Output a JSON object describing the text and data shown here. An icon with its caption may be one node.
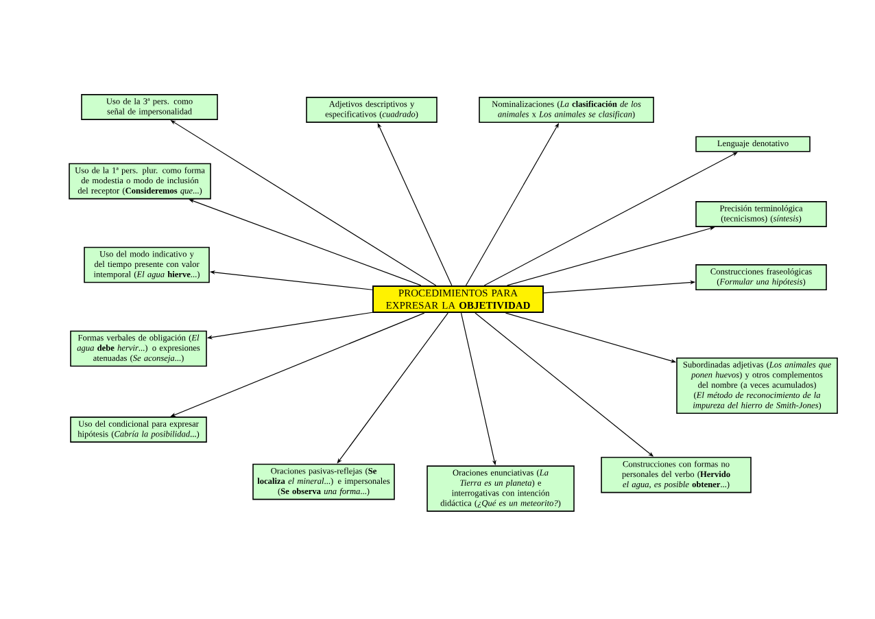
{
  "diagram": {
    "nodes": [
      {
        "text": [
          "PROCEDIMIENTOS PARA EXPRESAR LA **OBJETIVIDAD**"
        ]
      },
      {
        "text": [
          "Uso de la 3ª pers. como señal de impersonalidad"
        ]
      },
      {
        "text": [
          "Adjetivos descriptivos y especificativos (*cuadrado*)"
        ]
      },
      {
        "text": [
          "Nominalizaciones (*La* **clasificación** *de los animales* x *Los animales se clasifican*)"
        ]
      },
      {
        "text": [
          "Uso de la 1ª pers. plur. como forma de modestia o modo de inclusión del receptor (**Consideremos** *que*...)"
        ]
      },
      {
        "text": [
          "Lenguaje denotativo"
        ]
      },
      {
        "text": [
          "Precisión terminológica (tecnicismos) (*síntesis*)"
        ]
      },
      {
        "text": [
          "Uso del modo indicativo y del tiempo presente con valor intemporal (*El agua* **hierve**...)"
        ]
      },
      {
        "text": [
          "Construcciones fraseológicas (*Formular una hipótesis*)"
        ]
      },
      {
        "text": [
          "Formas verbales de obligación (*El agua* **debe** *hervir*...) o expresiones atenuadas (*Se aconseja*...)"
        ]
      },
      {
        "text": [
          "Subordinadas adjetivas (*Los animales que ponen huevos*) y otros complementos del nombre (a veces acumulados) (*El método de reconocimiento de la impureza del hierro de Smith-Jones*)"
        ]
      },
      {
        "text": [
          "Uso del condicional para expresar hipótesis (*Cabría la posibilidad*...)"
        ]
      },
      {
        "text": [
          "Oraciones pasivas-reflejas (**Se localiza** *el mineral*...) e impersonales (**Se observa** *una forma*...)"
        ]
      },
      {
        "text": [
          "Oraciones enunciativas (*La Tierra es un planeta*) e interrogativas con intención didáctica (*¿Qué es un meteorito?*)"
        ]
      },
      {
        "text": [
          "Construcciones con formas no personales del verbo (**Hervido** *el agua, es posible* **obtener**...)"
        ]
      }
    ],
    "edges": [
      {
        "from": 0,
        "to": 1,
        "arrow": "to"
      },
      {
        "from": 0,
        "to": 2,
        "arrow": "to"
      },
      {
        "from": 0,
        "to": 3,
        "arrow": "to"
      },
      {
        "from": 0,
        "to": 4,
        "arrow": "to"
      },
      {
        "from": 0,
        "to": 5,
        "arrow": "to"
      },
      {
        "from": 0,
        "to": 6,
        "arrow": "to"
      },
      {
        "from": 0,
        "to": 7,
        "arrow": "to"
      },
      {
        "from": 0,
        "to": 8,
        "arrow": "to"
      },
      {
        "from": 0,
        "to": 9,
        "arrow": "to"
      },
      {
        "from": 0,
        "to": 10,
        "arrow": "to"
      },
      {
        "from": 0,
        "to": 11,
        "arrow": "to"
      },
      {
        "from": 0,
        "to": 12,
        "arrow": "to"
      },
      {
        "from": 0,
        "to": 13,
        "arrow": "to"
      },
      {
        "from": 0,
        "to": 14,
        "arrow": "to"
      }
    ]
  }
}
